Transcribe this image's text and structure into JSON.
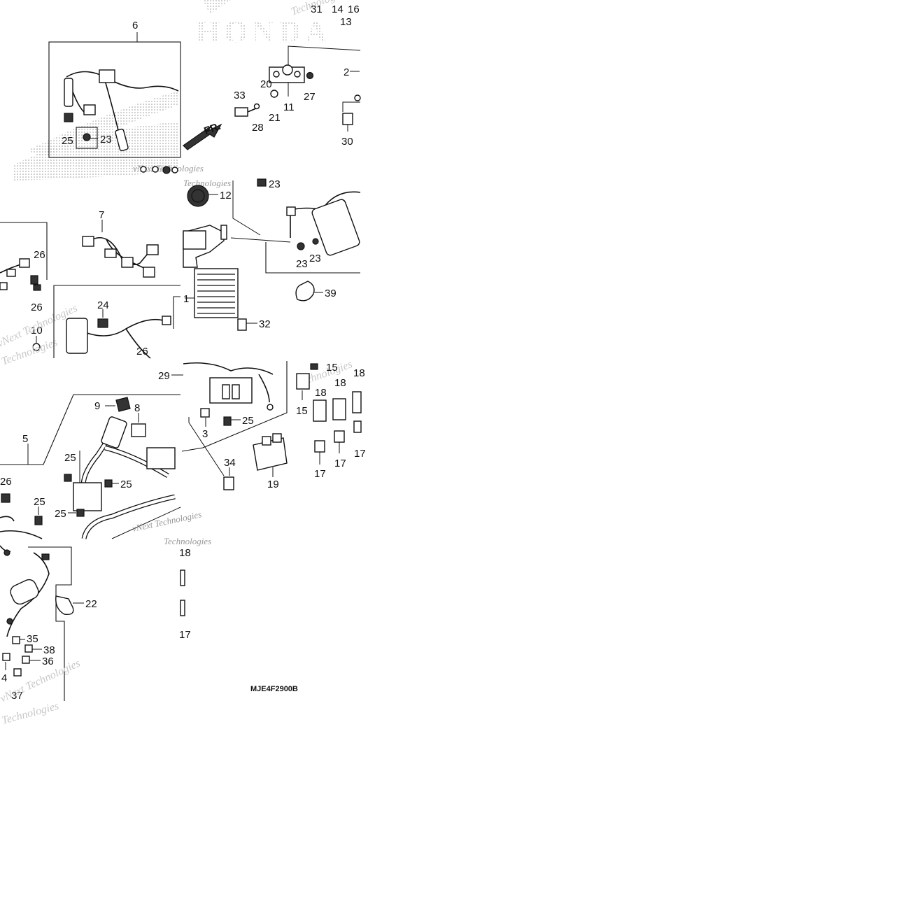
{
  "diagram": {
    "brand_watermark": "HONDA",
    "watermark_lines": [
      "vNext Technologies",
      "Technologies"
    ],
    "diagram_code": "MJE4F2900B",
    "direction_label": "FR.",
    "callouts": {
      "c1": "1",
      "c2": "2",
      "c3": "3",
      "c4": "4",
      "c5": "5",
      "c6": "6",
      "c7": "7",
      "c8": "8",
      "c9": "9",
      "c10": "10",
      "c11": "11",
      "c12": "12",
      "c13": "13",
      "c14": "14",
      "c15": "15",
      "c16": "16",
      "c17": "17",
      "c18": "18",
      "c19": "19",
      "c20": "20",
      "c21": "21",
      "c22": "22",
      "c23": "23",
      "c24": "24",
      "c25": "25",
      "c26": "26",
      "c27": "27",
      "c28": "28",
      "c29": "29",
      "c30": "30",
      "c31": "31",
      "c32": "32",
      "c33": "33",
      "c34": "34",
      "c35": "35",
      "c36": "36",
      "c37": "37",
      "c38": "38",
      "c39": "39"
    },
    "colors": {
      "ink": "#111111",
      "watermark": "#c8c8c8",
      "background": "#ffffff"
    }
  }
}
